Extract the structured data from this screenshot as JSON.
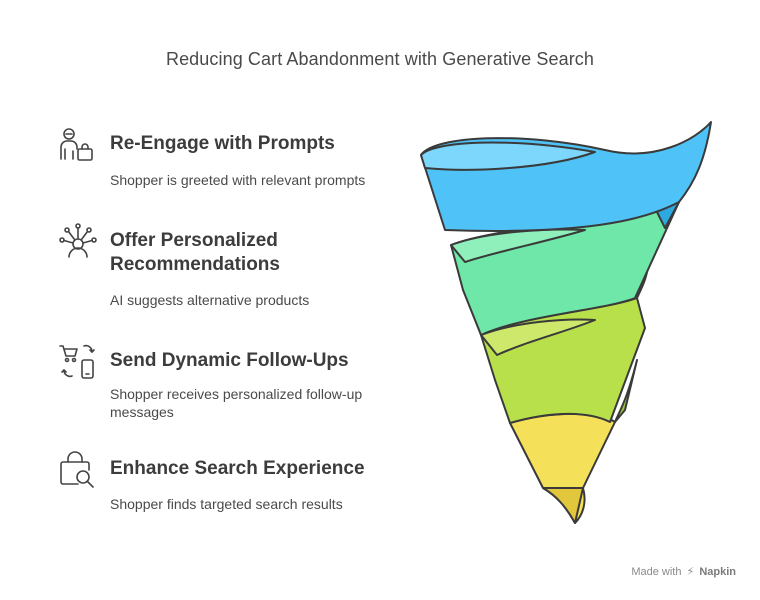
{
  "title": "Reducing Cart Abandonment with Generative Search",
  "steps": [
    {
      "heading": "Re-Engage with Prompts",
      "description": "Shopper is greeted with relevant prompts",
      "icon": "shopper-with-bag-icon"
    },
    {
      "heading_line1": "Offer Personalized",
      "heading_line2": "Recommendations",
      "description": "AI suggests alternative products",
      "icon": "network-person-icon"
    },
    {
      "heading": "Send Dynamic Follow-Ups",
      "description_line1": "Shopper receives personalized follow-up",
      "description_line2": "messages",
      "icon": "cart-phone-sync-icon"
    },
    {
      "heading": "Enhance Search Experience",
      "description": "Shopper finds targeted search results",
      "icon": "bag-search-icon"
    }
  ],
  "funnel_colors": [
    "#4fc3f7",
    "#6ee7a8",
    "#b8e04a",
    "#f5e05a"
  ],
  "credit": {
    "made_with": "Made with",
    "brand": "Napkin"
  }
}
